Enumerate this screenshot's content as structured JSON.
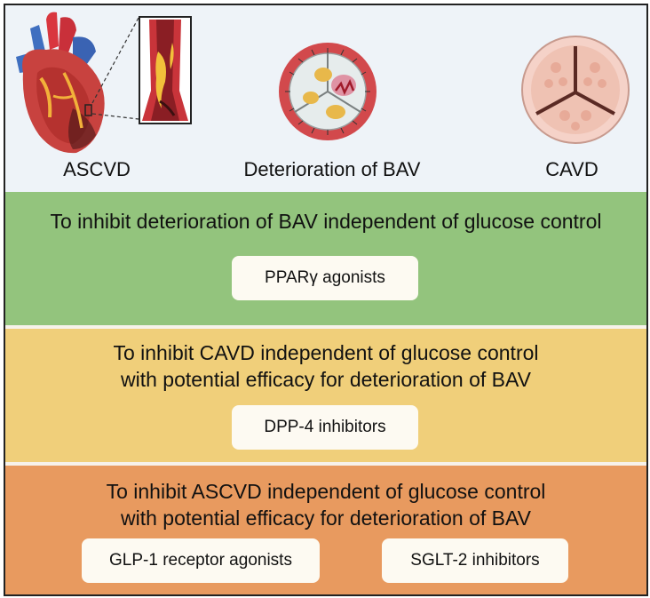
{
  "illustrations": {
    "ascvd_label": "ASCVD",
    "bav_label": "Deterioration of BAV",
    "cavd_label": "CAVD"
  },
  "sections": [
    {
      "heading_lines": [
        "To inhibit deterioration of BAV independent of glucose control"
      ],
      "drugs": [
        "PPARγ agonists"
      ],
      "color": "#93c47d"
    },
    {
      "heading_lines": [
        "To inhibit CAVD independent of glucose control",
        "with potential efficacy for deterioration of BAV"
      ],
      "drugs": [
        "DPP-4 inhibitors"
      ],
      "color": "#f0cf7a"
    },
    {
      "heading_lines": [
        "To inhibit ASCVD independent of glucose control",
        "with potential efficacy for deterioration of BAV"
      ],
      "drugs": [
        "GLP-1 receptor agonists",
        "SGLT-2 inhibitors"
      ],
      "color": "#e89a5f"
    }
  ]
}
